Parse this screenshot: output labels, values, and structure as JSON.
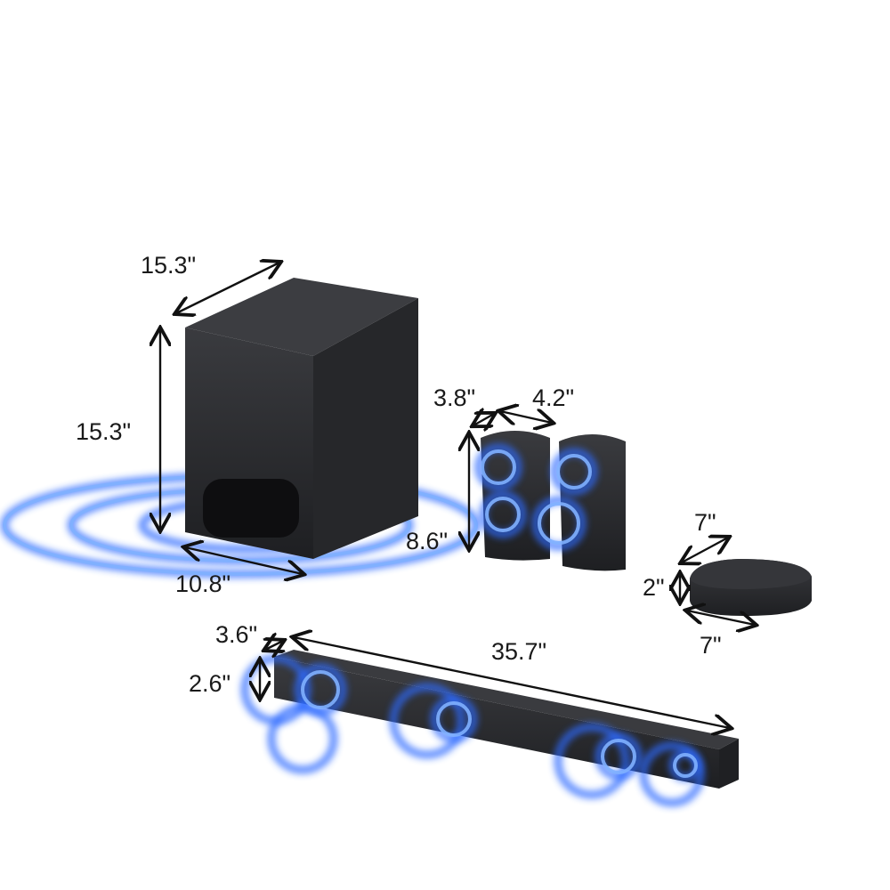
{
  "subwoofer": {
    "depth": "15.3\"",
    "height": "15.3\"",
    "width": "10.8\""
  },
  "rear_speakers": {
    "depth": "3.8\"",
    "width": "4.2\"",
    "height": "8.6\""
  },
  "wireless_module": {
    "depth": "7\"",
    "height": "2\"",
    "width": "7\""
  },
  "soundbar": {
    "depth": "3.6\"",
    "width": "35.7\"",
    "height": "2.6\""
  },
  "colors": {
    "accent_blue": "#2f6bff",
    "speaker_body": "#2a2b2e"
  }
}
